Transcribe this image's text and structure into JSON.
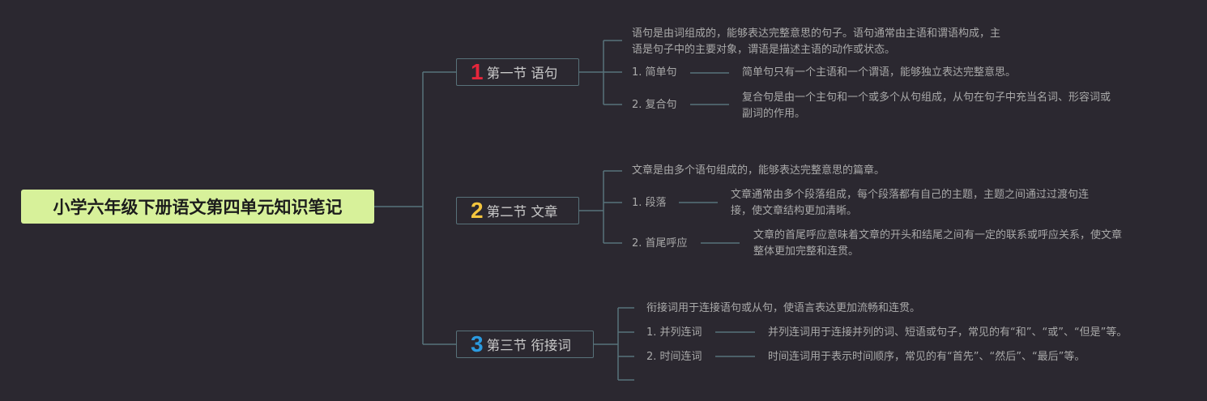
{
  "root": {
    "title": "小学六年级下册语文第四单元知识笔记"
  },
  "sections": [
    {
      "number": "1",
      "number_color": "#e5263b",
      "title": "第一节 语句",
      "intro": [
        "语句是由词组成的，能够表达完整意思的句子。语句通常由主语和谓语构成，主",
        "语是句子中的主要对象，谓语是描述主语的动作或状态。"
      ],
      "items": [
        {
          "label": "1. 简单句",
          "detail": [
            "简单句只有一个主语和一个谓语，能够独立表达完整意思。"
          ]
        },
        {
          "label": "2. 复合句",
          "detail": [
            "复合句是由一个主句和一个或多个从句组成，从句在句子中充当名词、形容词或",
            "副词的作用。"
          ]
        }
      ]
    },
    {
      "number": "2",
      "number_color": "#f3c53e",
      "title": "第二节 文章",
      "intro": [
        "文章是由多个语句组成的，能够表达完整意思的篇章。"
      ],
      "items": [
        {
          "label": "1. 段落",
          "detail": [
            "文章通常由多个段落组成，每个段落都有自己的主题，主题之间通过过渡句连",
            "接，使文章结构更加清晰。"
          ]
        },
        {
          "label": "2. 首尾呼应",
          "detail": [
            "文章的首尾呼应意味着文章的开头和结尾之间有一定的联系或呼应关系，使文章",
            "整体更加完整和连贯。"
          ]
        }
      ]
    },
    {
      "number": "3",
      "number_color": "#2b9be0",
      "title": "第三节 衔接词",
      "intro": [
        "衔接词用于连接语句或从句，使语言表达更加流畅和连贯。"
      ],
      "items": [
        {
          "label": "1. 并列连词",
          "detail": [
            "并列连词用于连接并列的词、短语或句子，常见的有“和”、“或”、“但是”等。"
          ]
        },
        {
          "label": "2. 时间连词",
          "detail": [
            "时间连词用于表示时间顺序，常见的有“首先”、“然后”、“最后”等。"
          ]
        }
      ]
    }
  ],
  "colors": {
    "background": "#2b2830",
    "line": "#58727a",
    "root_fill": "#d7f19a"
  }
}
